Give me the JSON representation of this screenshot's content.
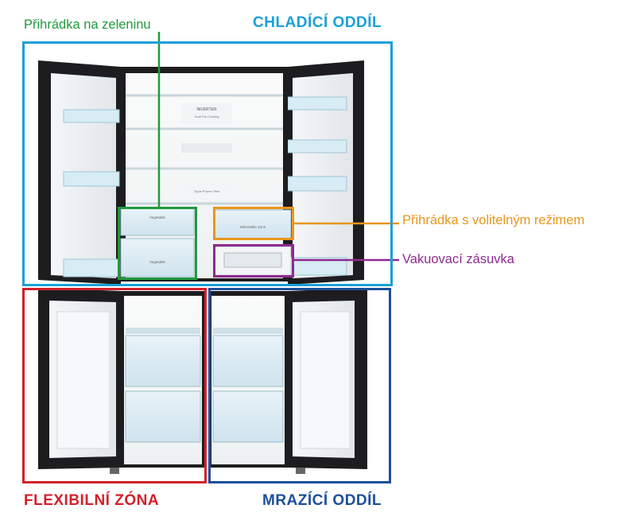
{
  "labels": {
    "vegetable_drawer": "Přihrádka na zeleninu",
    "cooling_section": "CHLADÍCÍ ODDÍL",
    "selectable_mode_drawer": "Přihrádka s volitelným režimem",
    "vacuum_drawer": "Vakuovací zásuvka",
    "flexible_zone": "FLEXIBILNÍ ZÓNA",
    "freezer_section": "MRAZÍCÍ ODDÍL"
  },
  "product_text": {
    "inverter": "INVERTER",
    "dual_fan": "Dual Fan Cooling",
    "triple_power": "Triple Power Filter",
    "vegetable_1": "Vegetable",
    "vegetable_2": "Vegetable",
    "selectable": "Selectable Zone"
  },
  "colors": {
    "cooling": "#1aa0d8",
    "vegetable": "#1f9a3c",
    "selectable": "#e8961c",
    "vacuum": "#8e2a91",
    "flexible": "#d4202a",
    "freezer": "#1d4f9c"
  }
}
